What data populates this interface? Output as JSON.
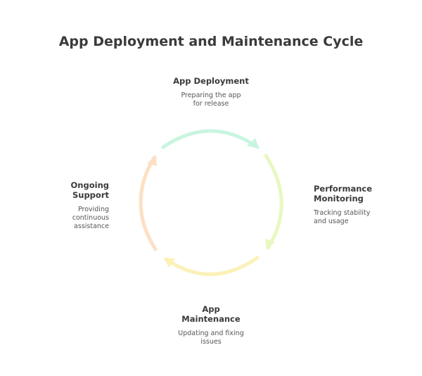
{
  "title": "App Deployment and Maintenance Cycle",
  "stages": [
    {
      "title": "App Deployment",
      "description": "Preparing the app\nfor release",
      "color": "#c8f5e0"
    },
    {
      "title": "Performance\nMonitoring",
      "description": "Tracking stability\nand usage",
      "color": "#e8f8c0"
    },
    {
      "title": "App\nMaintenance",
      "description": "Updating and fixing\nissues",
      "color": "#fbf1b8"
    },
    {
      "title": "Ongoing\nSupport",
      "description": "Providing\ncontinuous\nassistance",
      "color": "#fde0c4"
    }
  ]
}
